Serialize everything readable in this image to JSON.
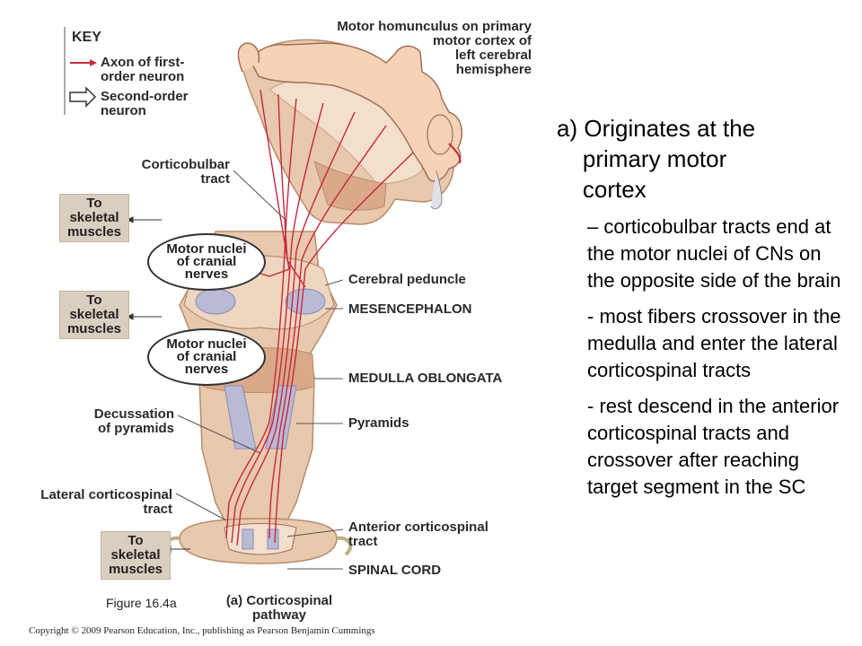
{
  "key": {
    "title": "KEY",
    "first_order": "Axon of first-\norder neuron",
    "second_order": "Second-order\nneuron"
  },
  "labels": {
    "homunculus": "Motor homunculus on primary\nmotor cortex of\nleft cerebral\nhemisphere",
    "corticobulbar": "Corticobulbar\ntract",
    "to_skeletal_muscles": "To\nskeletal\nmuscles",
    "motor_nuclei": "Motor nuclei\nof cranial\nnerves",
    "cerebral_peduncle": "Cerebral peduncle",
    "mesencephalon": "MESENCEPHALON",
    "medulla": "MEDULLA OBLONGATA",
    "pyramids": "Pyramids",
    "decussation": "Decussation\nof pyramids",
    "lateral_cs": "Lateral corticospinal\ntract",
    "anterior_cs": "Anterior corticospinal\ntract",
    "spinal_cord": "SPINAL CORD",
    "figure_ref": "Figure 16.4a",
    "figure_caption": "(a) Corticospinal\npathway",
    "copyright": "Copyright © 2009 Pearson Education, Inc., publishing as Pearson Benjamin Cummings"
  },
  "panel": {
    "heading": "a) Originates at the\n    primary motor\n    cortex",
    "bullets": [
      "– corticobulbar tracts end at the motor nuclei of CNs on the opposite side of the brain",
      "- most fibers crossover in the medulla and enter the lateral corticospinal tracts",
      "- rest descend in the anterior corticospinal tracts and crossover after reaching target segment in the SC"
    ]
  },
  "colors": {
    "axon": "#c8283c",
    "tissue": "#e8c9ad",
    "tissue_dark": "#d9a98a",
    "tract": "#b9bad6",
    "muscle_box": "#d9cfc0"
  }
}
